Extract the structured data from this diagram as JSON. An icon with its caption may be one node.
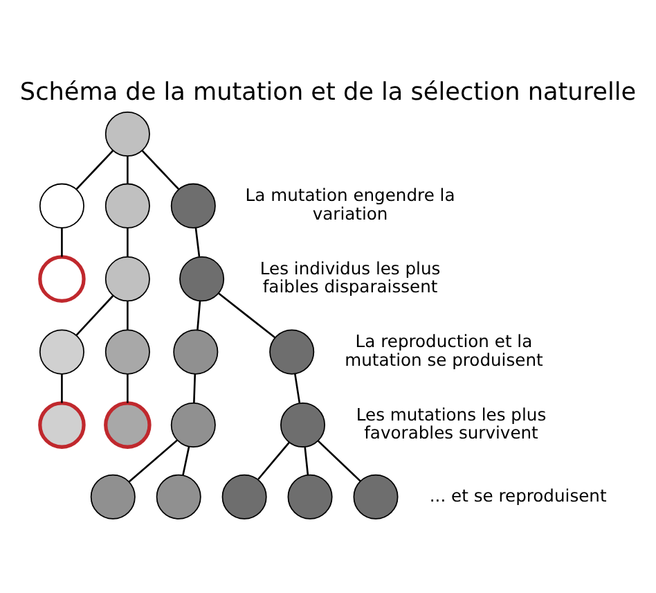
{
  "diagram": {
    "title": "Schéma de la mutation et de la sélection naturelle",
    "nodes": [
      {
        "text": [],
        "shape": "circle"
      },
      {
        "text": [],
        "shape": "circle"
      },
      {
        "text": [],
        "shape": "circle"
      },
      {
        "text": [],
        "shape": "circle"
      },
      {
        "text": [],
        "shape": "circle"
      },
      {
        "text": [],
        "shape": "circle"
      },
      {
        "text": [],
        "shape": "circle"
      },
      {
        "text": [],
        "shape": "circle"
      },
      {
        "text": [],
        "shape": "circle"
      },
      {
        "text": [],
        "shape": "circle"
      },
      {
        "text": [],
        "shape": "circle"
      },
      {
        "text": [],
        "shape": "circle"
      },
      {
        "text": [],
        "shape": "circle"
      },
      {
        "text": [],
        "shape": "circle"
      },
      {
        "text": [],
        "shape": "circle"
      },
      {
        "text": [],
        "shape": "circle"
      },
      {
        "text": [],
        "shape": "circle"
      },
      {
        "text": [],
        "shape": "circle"
      },
      {
        "text": [],
        "shape": "circle"
      },
      {
        "text": [],
        "shape": "circle"
      }
    ],
    "edges": [
      {
        "from": 0,
        "to": 1,
        "arrow": "none"
      },
      {
        "from": 0,
        "to": 2,
        "arrow": "none"
      },
      {
        "from": 0,
        "to": 3,
        "arrow": "none"
      },
      {
        "from": 1,
        "to": 4,
        "arrow": "none"
      },
      {
        "from": 2,
        "to": 5,
        "arrow": "none"
      },
      {
        "from": 3,
        "to": 6,
        "arrow": "none"
      },
      {
        "from": 5,
        "to": 7,
        "arrow": "none"
      },
      {
        "from": 5,
        "to": 8,
        "arrow": "none"
      },
      {
        "from": 6,
        "to": 9,
        "arrow": "none"
      },
      {
        "from": 6,
        "to": 10,
        "arrow": "none"
      },
      {
        "from": 7,
        "to": 11,
        "arrow": "none"
      },
      {
        "from": 8,
        "to": 12,
        "arrow": "none"
      },
      {
        "from": 9,
        "to": 13,
        "arrow": "none"
      },
      {
        "from": 10,
        "to": 14,
        "arrow": "none"
      },
      {
        "from": 13,
        "to": 15,
        "arrow": "none"
      },
      {
        "from": 13,
        "to": 16,
        "arrow": "none"
      },
      {
        "from": 14,
        "to": 17,
        "arrow": "none"
      },
      {
        "from": 14,
        "to": 18,
        "arrow": "none"
      },
      {
        "from": 14,
        "to": 19,
        "arrow": "none"
      }
    ],
    "labels": [
      "La mutation engendre la variation",
      "Les individus les plus faibles disparaissent",
      "La reproduction et la mutation se produisent",
      "Les mutations les plus favorables survivent",
      "... et se reproduisent"
    ]
  }
}
